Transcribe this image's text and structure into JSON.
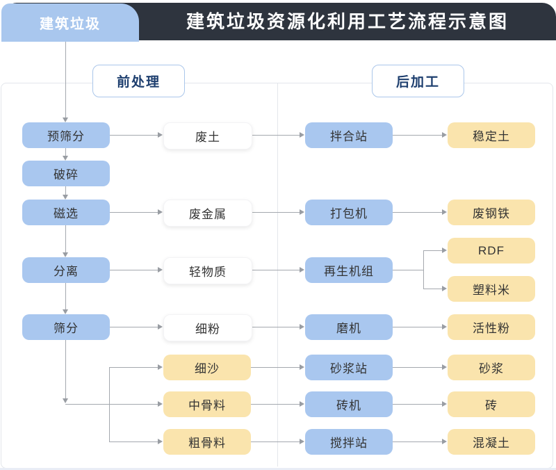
{
  "header": {
    "badge_label": "建筑垃圾",
    "title": "建筑垃圾资源化利用工艺流程示意图"
  },
  "section_headers": {
    "pre": "前处理",
    "post": "后加工"
  },
  "nodes": {
    "pre_screening": "预筛分",
    "crushing": "破碎",
    "magnetic_separation": "磁选",
    "separation": "分离",
    "screening": "筛分",
    "waste_soil": "废土",
    "waste_metal": "废金属",
    "light_material": "轻物质",
    "fine_powder": "细粉",
    "fine_sand": "细沙",
    "medium_aggregate": "中骨料",
    "coarse_aggregate": "粗骨料",
    "mixing_plant": "拌合站",
    "baler": "打包机",
    "regeneration_unit": "再生机组",
    "mill": "磨机",
    "mortar_plant": "砂浆站",
    "brick_machine": "砖机",
    "concrete_plant": "搅拌站",
    "stabilized_soil": "稳定土",
    "scrap_steel": "废钢铁",
    "rdf": "RDF",
    "plastic_pellets": "塑料米",
    "active_powder": "活性粉",
    "mortar": "砂浆",
    "brick": "砖",
    "concrete": "混凝土"
  },
  "edges": [
    "建筑垃圾>预筛分",
    "预筛分>破碎",
    "破碎>磁选",
    "磁选>分离",
    "分离>筛分",
    "预筛分>废土",
    "废土>拌合站",
    "拌合站>稳定土",
    "磁选>废金属",
    "废金属>打包机",
    "打包机>废钢铁",
    "分离>轻物质",
    "轻物质>再生机组",
    "再生机组>RDF",
    "再生机组>塑料米",
    "筛分>细粉",
    "细粉>磨机",
    "磨机>活性粉",
    "筛分>细沙",
    "筛分>中骨料",
    "筛分>粗骨料",
    "细沙>砂浆站",
    "砂浆站>砂浆",
    "中骨料>砖机",
    "砖机>砖",
    "粗骨料>搅拌站",
    "搅拌站>混凝土"
  ],
  "colors": {
    "process_blue": "#a9c7ef",
    "product_yellow": "#fae4ad",
    "topbar_dark": "#2e343e",
    "header_text_navy": "#1d3e6e",
    "line_gray": "#a4a8ae"
  }
}
